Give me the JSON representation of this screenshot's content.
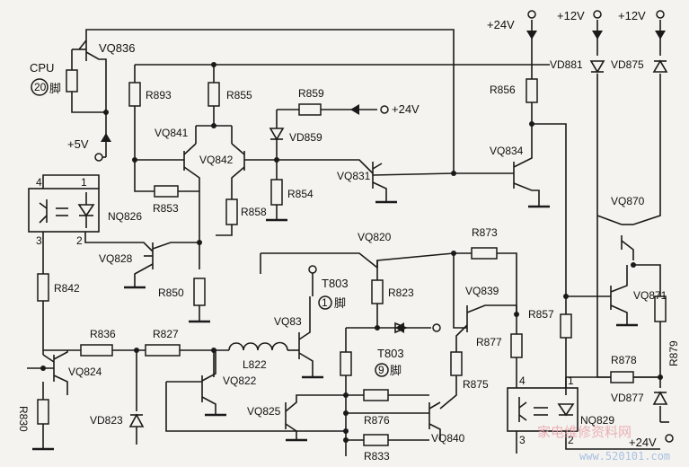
{
  "labels": {
    "vq836": "VQ836",
    "cpu": "CPU",
    "cpu_pin": "20",
    "jiao": "脚",
    "plus5": "+5V",
    "r893": "R893",
    "r855": "R855",
    "r859": "R859",
    "plus24_r859": "+24V",
    "vd859": "VD859",
    "vq841": "VQ841",
    "vq842": "VQ842",
    "r854": "R854",
    "r853": "R853",
    "r858": "R858",
    "vq831": "VQ831",
    "nq826": "NQ826",
    "opto1_p4": "4",
    "opto1_p1": "1",
    "opto1_p3": "3",
    "opto1_p2": "2",
    "vq828": "VQ828",
    "r850": "R850",
    "r842": "R842",
    "plus24_top": "+24V",
    "r856": "R856",
    "vq834": "VQ834",
    "plus12_a": "+12V",
    "plus12_b": "+12V",
    "vd881": "VD881",
    "vd875": "VD875",
    "vq870": "VQ870",
    "vq871": "VQ871",
    "r873": "R873",
    "vq820": "VQ820",
    "t803a": "T803",
    "t803a_pin": "1",
    "r823": "R823",
    "vq839": "VQ839",
    "r857": "R857",
    "r877": "R877",
    "r879": "R879",
    "r878": "R878",
    "vd877": "VD877",
    "r836": "R836",
    "r827": "R827",
    "l822": "L822",
    "vq83": "VQ83",
    "t803b": "T803",
    "t803b_pin": "9",
    "vq824": "VQ824",
    "vq822": "VQ822",
    "r875": "R875",
    "nq829": "NQ829",
    "opto2_p4": "4",
    "opto2_p1": "1",
    "opto2_p3": "3",
    "opto2_p2": "2",
    "r830": "R830",
    "vd823": "VD823",
    "vq825": "VQ825",
    "r876": "R876",
    "vq840": "VQ840",
    "r833": "R833",
    "plus24_bot": "+24V"
  },
  "watermark": {
    "cn": "家电维修资料网",
    "url": "www.520101.com"
  }
}
